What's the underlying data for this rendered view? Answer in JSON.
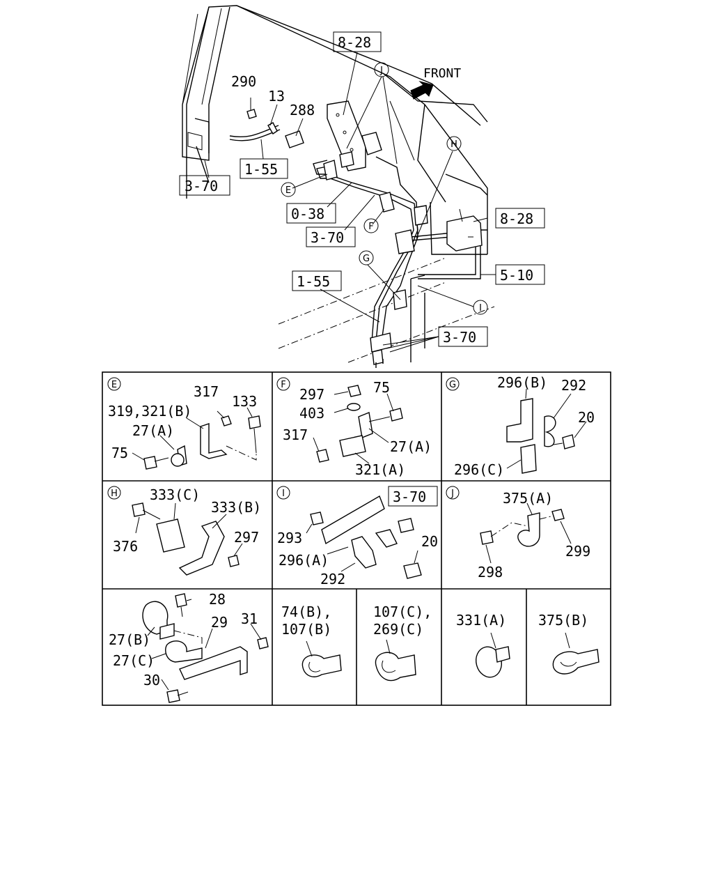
{
  "main": {
    "front_label": "FRONT",
    "refs": {
      "r828a": "8-28",
      "r828b": "8-28",
      "r155a": "1-55",
      "r155b": "1-55",
      "r370a": "3-70",
      "r370b": "3-70",
      "r370c": "3-70",
      "r038": "0-38",
      "r510": "5-10"
    },
    "callouts": {
      "e": "E",
      "f": "F",
      "g": "G",
      "h": "H",
      "i": "I",
      "j": "J"
    },
    "labels": {
      "p290": "290",
      "p13": "13",
      "p288": "288"
    }
  },
  "details": {
    "E": {
      "letter": "E",
      "labels": {
        "a": "317",
        "b": "133",
        "c": "319,321(B)",
        "d": "27(A)",
        "e": "75"
      }
    },
    "F": {
      "letter": "F",
      "labels": {
        "a": "297",
        "b": "75",
        "c": "403",
        "d": "317",
        "e": "27(A)",
        "f": "321(A)"
      }
    },
    "G": {
      "letter": "G",
      "labels": {
        "a": "296(B)",
        "b": "292",
        "c": "20",
        "d": "296(C)"
      }
    },
    "H": {
      "letter": "H",
      "labels": {
        "a": "333(C)",
        "b": "333(B)",
        "c": "376",
        "d": "297"
      }
    },
    "I": {
      "letter": "I",
      "ref": "3-70",
      "labels": {
        "a": "293",
        "b": "20",
        "c": "296(A)",
        "d": "292"
      }
    },
    "J": {
      "letter": "J",
      "labels": {
        "a": "375(A)",
        "b": "299",
        "c": "298"
      }
    },
    "K": {
      "labels": {
        "a": "28",
        "b": "29",
        "c": "31",
        "d": "27(B)",
        "e": "27(C)",
        "f": "30"
      }
    },
    "L": {
      "line1": "74(B),",
      "line2": "107(B)"
    },
    "M": {
      "line1": "107(C),",
      "line2": "269(C)"
    },
    "N": {
      "label": "331(A)"
    },
    "O": {
      "label": "375(B)"
    }
  }
}
